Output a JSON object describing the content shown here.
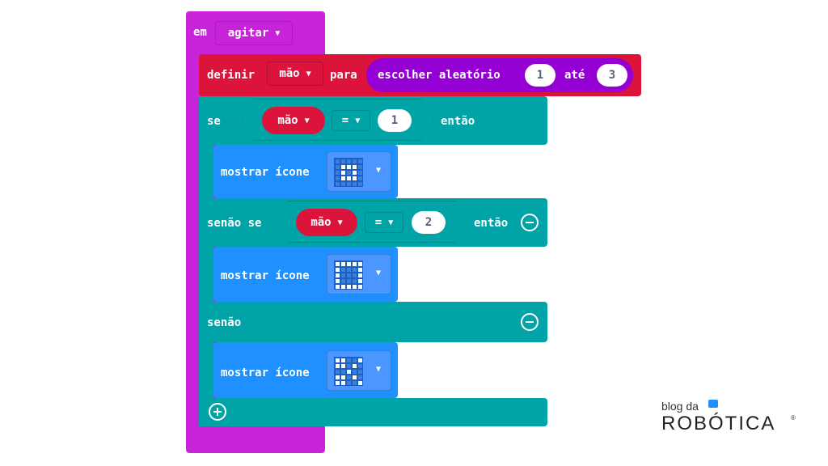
{
  "event": {
    "prefix": "em",
    "trigger": "agitar"
  },
  "set_block": {
    "label": "definir",
    "variable": "mão",
    "to": "para",
    "random_label": "escolher aleatório",
    "from": "1",
    "until": "até",
    "to_value": "3"
  },
  "if_block": {
    "if_label": "se",
    "variable": "mão",
    "operator": "=",
    "value": "1",
    "then": "então",
    "elseif_label": "senão se",
    "elseif_variable": "mão",
    "elseif_operator": "=",
    "elseif_value": "2",
    "elseif_then": "então",
    "else_label": "senão"
  },
  "show_icon": {
    "label": "mostrar ícone"
  },
  "icons": [
    {
      "name": "small-square",
      "pattern": [
        "00000",
        "01110",
        "01010",
        "01110",
        "00000"
      ]
    },
    {
      "name": "square",
      "pattern": [
        "11111",
        "10001",
        "10001",
        "10001",
        "11111"
      ]
    },
    {
      "name": "scissors",
      "pattern": [
        "11001",
        "11010",
        "00100",
        "11010",
        "11001"
      ]
    }
  ],
  "logo": {
    "top": "blog da",
    "bottom": "ROBÓTICA"
  },
  "colors": {
    "event": "#c724d9",
    "variables": "#dc143c",
    "math": "#9400d3",
    "logic": "#00a4a6",
    "basic": "#1e90ff"
  }
}
